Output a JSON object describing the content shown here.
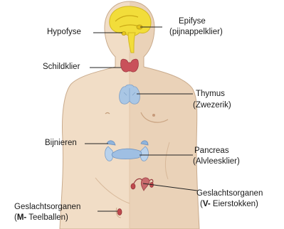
{
  "labels": {
    "hypofyse": "Hypofyse",
    "epifyse": "Epifyse",
    "epifyse_sub": "(pijnappelklier)",
    "schildklier": "Schildklier",
    "thymus": "Thymus",
    "thymus_sub": "(Zwezerik)",
    "bijnieren": "Bijnieren",
    "pancreas": "Pancreas",
    "pancreas_sub": "(Alvleesklier)",
    "female_gonads": "Geslachtsorganen",
    "female_gonads_open": "(",
    "female_gonads_bold": "V-",
    "female_gonads_rest": " Eierstokken)",
    "male_gonads": "Geslachtsorganen",
    "male_gonads_open": "(",
    "male_gonads_bold": "M-",
    "male_gonads_rest": " Teelballen)"
  },
  "colors": {
    "skin_left": "#f1ddc6",
    "skin_right": "#ead2b8",
    "skin_outline": "#c9ab8d",
    "gland_yellow": "#f2dd3a",
    "thyroid_red": "#c9515a",
    "thymus_blue": "#a9c6e4",
    "pancreas_blue": "#9fbfe3",
    "ovary_red": "#bf4a4e",
    "leader_line": "#222222"
  }
}
